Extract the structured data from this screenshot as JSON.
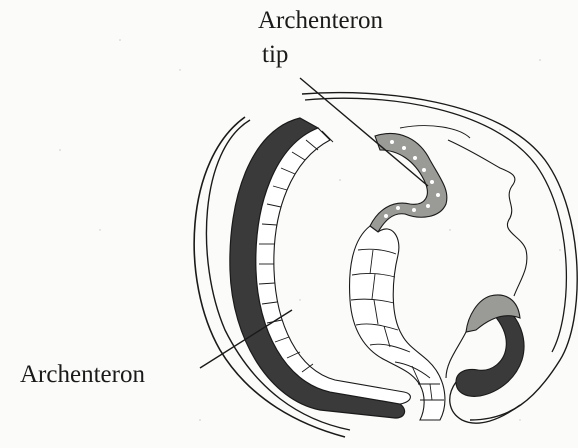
{
  "labels": {
    "archenteron_tip_line1": "Archenteron",
    "archenteron_tip_line2": "tip",
    "archenteron": "Archenteron"
  },
  "colors": {
    "outline": "#1a1a1a",
    "dark_layer": "#3a3a3a",
    "cell_fill": "#ffffff",
    "background": "#fbfbf9"
  }
}
